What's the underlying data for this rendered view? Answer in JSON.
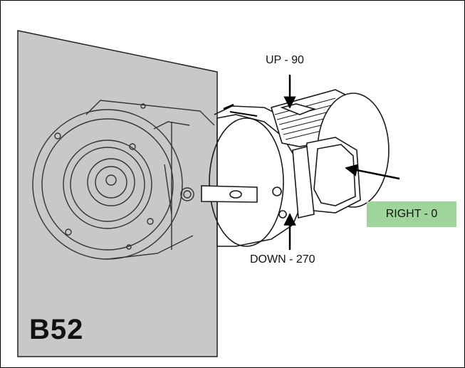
{
  "labels": {
    "up": "UP - 90",
    "down": "DOWN - 270",
    "right": "RIGHT - 0"
  },
  "diagram_code": "B52",
  "colors": {
    "plate": "#c8c8c8",
    "highlight_box": "#9fd49a",
    "line": "#1a1a1a",
    "arrow": "#000000"
  },
  "icons": [
    "gear-reducer",
    "electric-motor",
    "mounting-plate",
    "direction-arrow"
  ]
}
